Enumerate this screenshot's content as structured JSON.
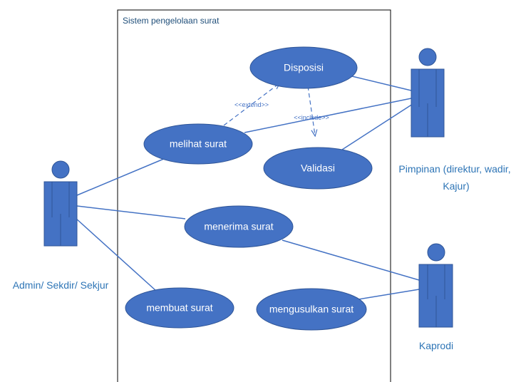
{
  "system": {
    "title": "Sistem pengelolaan surat"
  },
  "use_cases": {
    "disposisi": "Disposisi",
    "melihat_surat": "melihat surat",
    "validasi": "Validasi",
    "menerima_surat": "menerima surat",
    "membuat_surat": "membuat surat",
    "mengusulkan_surat": "mengusulkan surat"
  },
  "actors": {
    "admin": {
      "label": "Admin/ Sekdir/ Sekjur"
    },
    "pimpinan": {
      "label_line1": "Pimpinan (direktur, wadir,",
      "label_line2": "Kajur)"
    },
    "kaprodi": {
      "label": "Kaprodi"
    }
  },
  "relations": {
    "extend": "<<extend>>",
    "include": "<<include>>"
  },
  "colors": {
    "usecase_fill": "#4472c4",
    "actor_fill": "#4472c4",
    "line": "#4472c4",
    "label": "#2e75b6"
  }
}
